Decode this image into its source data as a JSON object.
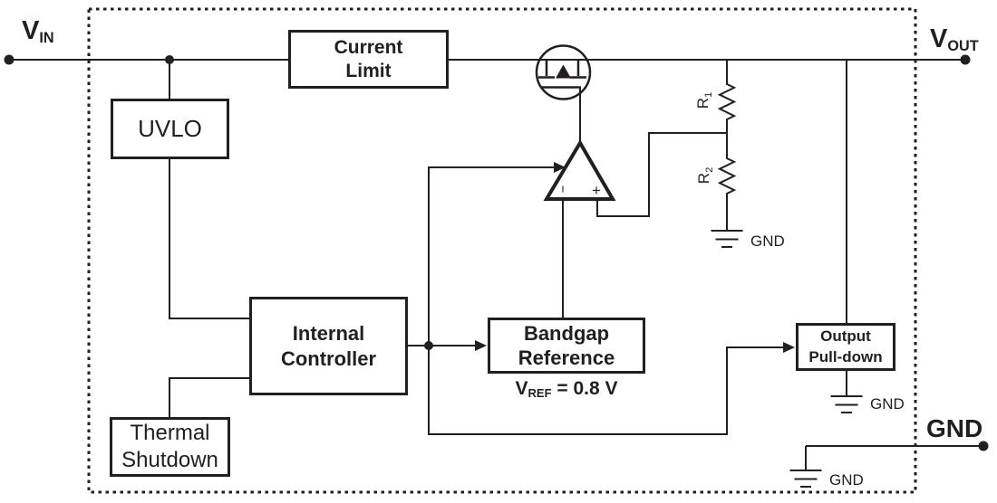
{
  "canvas": {
    "bg": "#ffffff",
    "ink": "#221f1f"
  },
  "terminals": {
    "vin": {
      "main": "V",
      "sub": "IN"
    },
    "vout": {
      "main": "V",
      "sub": "OUT"
    },
    "gnd": {
      "label": "GND"
    }
  },
  "blocks": {
    "current_limit": {
      "line1": "Current",
      "line2": "Limit"
    },
    "uvlo": {
      "line1": "UVLO"
    },
    "internal_controller": {
      "line1": "Internal",
      "line2": "Controller"
    },
    "bandgap_reference": {
      "line1": "Bandgap",
      "line2": "Reference"
    },
    "output_pulldown": {
      "line1": "Output",
      "line2": "Pull-down"
    },
    "thermal_shutdown": {
      "line1": "Thermal",
      "line2": "Shutdown"
    }
  },
  "annotations": {
    "vref": {
      "main": "V",
      "sub": "REF",
      "rest": "= 0.8 V"
    },
    "r1": {
      "main": "R",
      "sub": "1"
    },
    "r2": {
      "main": "R",
      "sub": "2"
    },
    "opamp": {
      "plus": "+",
      "minus": "−"
    },
    "gnd_labels": {
      "divider": "GND",
      "pulldown": "GND",
      "board": "GND"
    }
  }
}
